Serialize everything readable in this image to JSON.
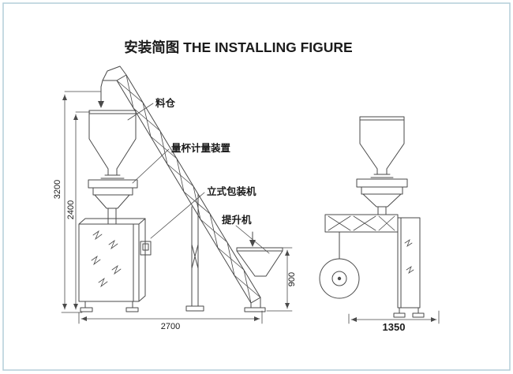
{
  "page": {
    "title": "安装简图 THE INSTALLING FIGURE"
  },
  "part_labels": {
    "hopper": "料仓",
    "measuring_device": "量杯计量装置",
    "vertical_packing_machine": "立式包装机",
    "elevator": "提升机"
  },
  "dimensions": {
    "total_height": "3200",
    "machine_height": "2400",
    "elevator_feed_height": "900",
    "layout_width": "2700",
    "machine_width": "1350"
  },
  "colors": {
    "line": "#4a4a4a",
    "frame": "#b4cdd9",
    "text": "#1b1b1b"
  }
}
